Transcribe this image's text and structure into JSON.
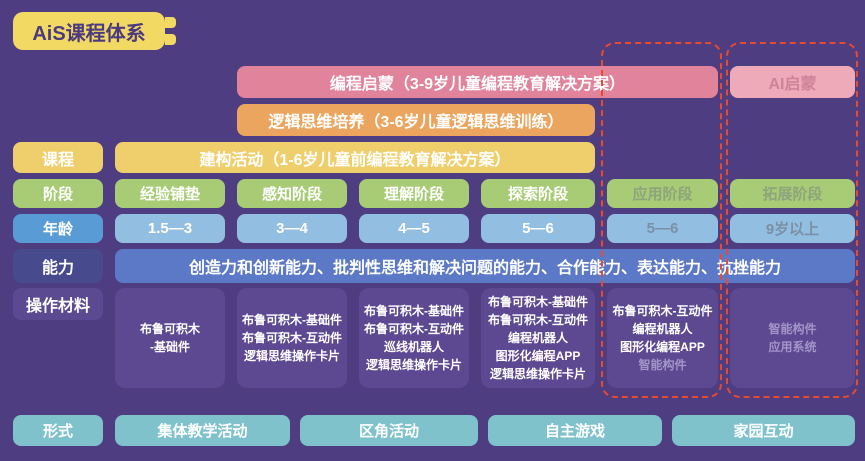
{
  "badge": {
    "title": "AiS课程体系"
  },
  "row_labels": {
    "course": "课程",
    "stage": "阶段",
    "age": "年龄",
    "ability": "能力",
    "materials": "操作材料",
    "form": "形式"
  },
  "banners": {
    "coding": "编程启蒙（3-9岁儿童编程教育解决方案）",
    "ai": "AI启蒙",
    "logic": "逻辑思维培养（3-6岁儿童逻辑思维训练）",
    "construction": "建构活动（1-6岁儿童前编程教育解决方案）"
  },
  "stages": [
    {
      "label": "经验铺垫",
      "muted": false
    },
    {
      "label": "感知阶段",
      "muted": false
    },
    {
      "label": "理解阶段",
      "muted": false
    },
    {
      "label": "探索阶段",
      "muted": false
    },
    {
      "label": "应用阶段",
      "muted": true
    },
    {
      "label": "拓展阶段",
      "muted": true
    }
  ],
  "ages": [
    {
      "label": "1.5—3",
      "muted": false
    },
    {
      "label": "3—4",
      "muted": false
    },
    {
      "label": "4—5",
      "muted": false
    },
    {
      "label": "5—6",
      "muted": false
    },
    {
      "label": "5—6",
      "muted": true
    },
    {
      "label": "9岁以上",
      "muted": true
    }
  ],
  "ability": {
    "text": "创造力和创新能力、批判性思维和解决问题的能力、合作能力、表达能力、抗挫能力"
  },
  "materials": {
    "cols": [
      {
        "lines": [
          "布鲁可积木",
          "-基础件"
        ]
      },
      {
        "lines": [
          "布鲁可积木-基础件",
          "布鲁可积木-互动件",
          "逻辑思维操作卡片"
        ]
      },
      {
        "lines": [
          "布鲁可积木-基础件",
          "布鲁可积木-互动件",
          "巡线机器人",
          "逻辑思维操作卡片"
        ]
      },
      {
        "lines": [
          "布鲁可积木-基础件",
          "布鲁可积木-互动件",
          "编程机器人",
          "图形化编程APP",
          "逻辑思维操作卡片"
        ]
      },
      {
        "lines": [
          "布鲁可积木-互动件",
          "编程机器人",
          "图形化编程APP",
          "智能构件"
        ]
      },
      {
        "lines": [
          "智能构件",
          "应用系统"
        ]
      }
    ]
  },
  "forms": [
    "集体教学活动",
    "区角活动",
    "自主游戏",
    "家园互动"
  ],
  "colors": {
    "background": "#4f3d82",
    "badge_yellow": "#f1d963",
    "pink": "#e0839b",
    "pink_light": "#eeaab9",
    "orange": "#eba55e",
    "yellow": "#efcf6c",
    "green": "#a8cc75",
    "blue_label": "#599bd4",
    "blue": "#92bee1",
    "ability_bar": "#5c79c7",
    "ability_label": "#474a8d",
    "material_box": "#5c4992",
    "teal": "#7fc2cb",
    "dashed_outline": "#e9492c"
  }
}
